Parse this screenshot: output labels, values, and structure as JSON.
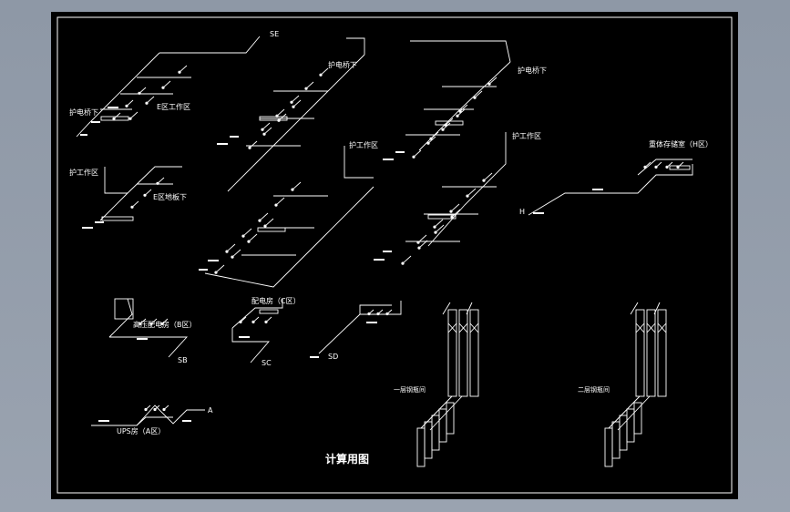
{
  "drawing": {
    "title": "计算用图",
    "background_color": "#000000",
    "line_color": "#ffffff",
    "frame_color": "#ffffff",
    "labels": [
      {
        "id": "lbl-se",
        "text": "SE"
      },
      {
        "id": "lbl-cable-top-1",
        "text": "护电桥下"
      },
      {
        "id": "lbl-e-work",
        "text": "E区工作区"
      },
      {
        "id": "lbl-cable-top-2",
        "text": "护电桥下"
      },
      {
        "id": "lbl-cable-top-3",
        "text": "护电桥下"
      },
      {
        "id": "lbl-work-1",
        "text": "护工作区"
      },
      {
        "id": "lbl-work-2",
        "text": "护工作区"
      },
      {
        "id": "lbl-work-3",
        "text": "护工作区"
      },
      {
        "id": "lbl-e-floor",
        "text": "E区地板下"
      },
      {
        "id": "lbl-storage-h",
        "text": "重体存储室（H区）"
      },
      {
        "id": "lbl-h",
        "text": "H"
      },
      {
        "id": "lbl-hv-room",
        "text": "高压配电房（B区）"
      },
      {
        "id": "lbl-sb",
        "text": "SB"
      },
      {
        "id": "lbl-dist-room",
        "text": "配电房（C区）"
      },
      {
        "id": "lbl-sc",
        "text": "SC"
      },
      {
        "id": "lbl-sd",
        "text": "SD"
      },
      {
        "id": "lbl-floor1",
        "text": "一层钢瓶间"
      },
      {
        "id": "lbl-floor2",
        "text": "二层钢瓶间"
      },
      {
        "id": "lbl-ups",
        "text": "UPS房（A区）"
      },
      {
        "id": "lbl-a",
        "text": "A"
      }
    ]
  }
}
